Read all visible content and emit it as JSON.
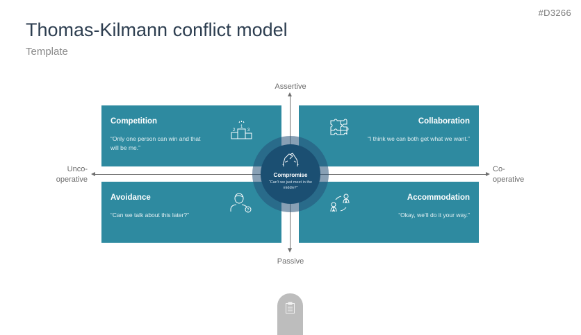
{
  "slide_code": "#D3266",
  "header": {
    "title": "Thomas-Kilmann conflict model",
    "subtitle": "Template"
  },
  "axes": {
    "top": "Assertive",
    "bottom": "Passive",
    "left": "Unco-\noperative",
    "right": "Co-\noperative"
  },
  "quadrants": [
    {
      "title": "Competition",
      "quote": "“Only one person can win and that will be me.”",
      "icon": "podium-icon"
    },
    {
      "title": "Collaboration",
      "quote": "“I think we can both get what we want.”",
      "icon": "puzzle-icon"
    },
    {
      "title": "Avoidance",
      "quote": "“Can we talk about this later?”",
      "icon": "person-question-icon"
    },
    {
      "title": "Accommodation",
      "quote": "“Okay, we’ll do it your way.”",
      "icon": "people-exchange-icon"
    }
  ],
  "center": {
    "title": "Compromise",
    "quote": "“Can’t we just meet in the middle?”",
    "icon": "handshake-icon"
  },
  "footer_tab": {
    "icon": "clipboard-icon"
  },
  "colors": {
    "box": "#2e8aa0",
    "center": "#1b4f72",
    "title": "#2d3e50"
  }
}
